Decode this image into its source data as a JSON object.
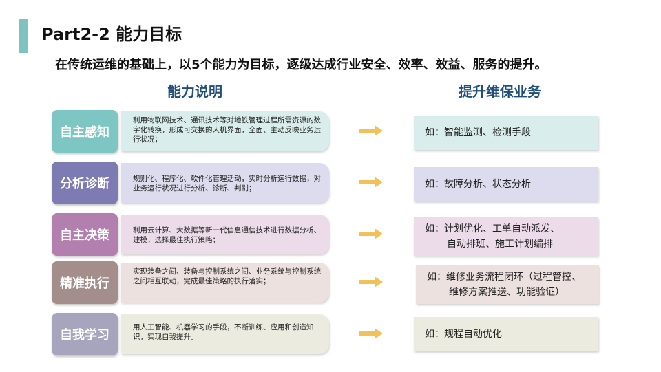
{
  "page": {
    "title": "Part2-2   能力目标",
    "subtitle": "在传统运维的基础上，以5个能力为目标，逐级达成行业安全、效率、效益、服务的提升。",
    "left_header": "能力说明",
    "right_header": "提升维保业务"
  },
  "colors": {
    "title_bar": "#7ec3bf",
    "header_text": "#1f4e79",
    "arrow": "#f2c25a"
  },
  "rows": [
    {
      "tag": "自主感知",
      "desc": "利用物联网技术、通讯技术等对地铁管理过程所需资源的数字化转换，形成可交换的人机界面，全面、主动反映业务运行状况；",
      "service_line1": "如：智能监测、检测手段",
      "service_line2": "",
      "tag_color": "#7ec6c4",
      "desc_color": "#d9eeec",
      "service_color": "#d9eeec"
    },
    {
      "tag": "分析诊断",
      "desc": "规则化、程序化、软件化管理活动，实时分析运行数据，对业务运行状况进行分析、诊断、判别；",
      "service_line1": "如：故障分析、状态分析",
      "service_line2": "",
      "tag_color": "#7d7bb2",
      "desc_color": "#dcdcee",
      "service_color": "#dcdcee"
    },
    {
      "tag": "自主决策",
      "desc": "利用云计算、大数据等新一代信息通信技术进行数据分析、建模，选择最佳执行策略；",
      "service_line1": "如：计划优化、工单自动派发、",
      "service_line2": "自动排班、施工计划编排",
      "tag_color": "#b27fae",
      "desc_color": "#ecdcea",
      "service_color": "#ecdcea"
    },
    {
      "tag": "精准执行",
      "desc": "实现装备之间、装备与控制系统之间、业务系统与控制系统之间相互联动，完成最佳策略的执行落实；",
      "service_line1": "如：维修业务流程闭环（过程管控、",
      "service_line2": "维修方案推送、功能验证）",
      "tag_color": "#a38e8c",
      "desc_color": "#ede1df",
      "service_color": "#ede1df"
    },
    {
      "tag": "自我学习",
      "desc": "用人工智能、机器学习的手段，不断训练、应用和创造知识，实现自我提升。",
      "service_line1": "如：规程自动优化",
      "service_line2": "",
      "tag_color": "#a6a5bd",
      "desc_color": "#ebebdf",
      "service_color": "#ebebdf"
    }
  ]
}
